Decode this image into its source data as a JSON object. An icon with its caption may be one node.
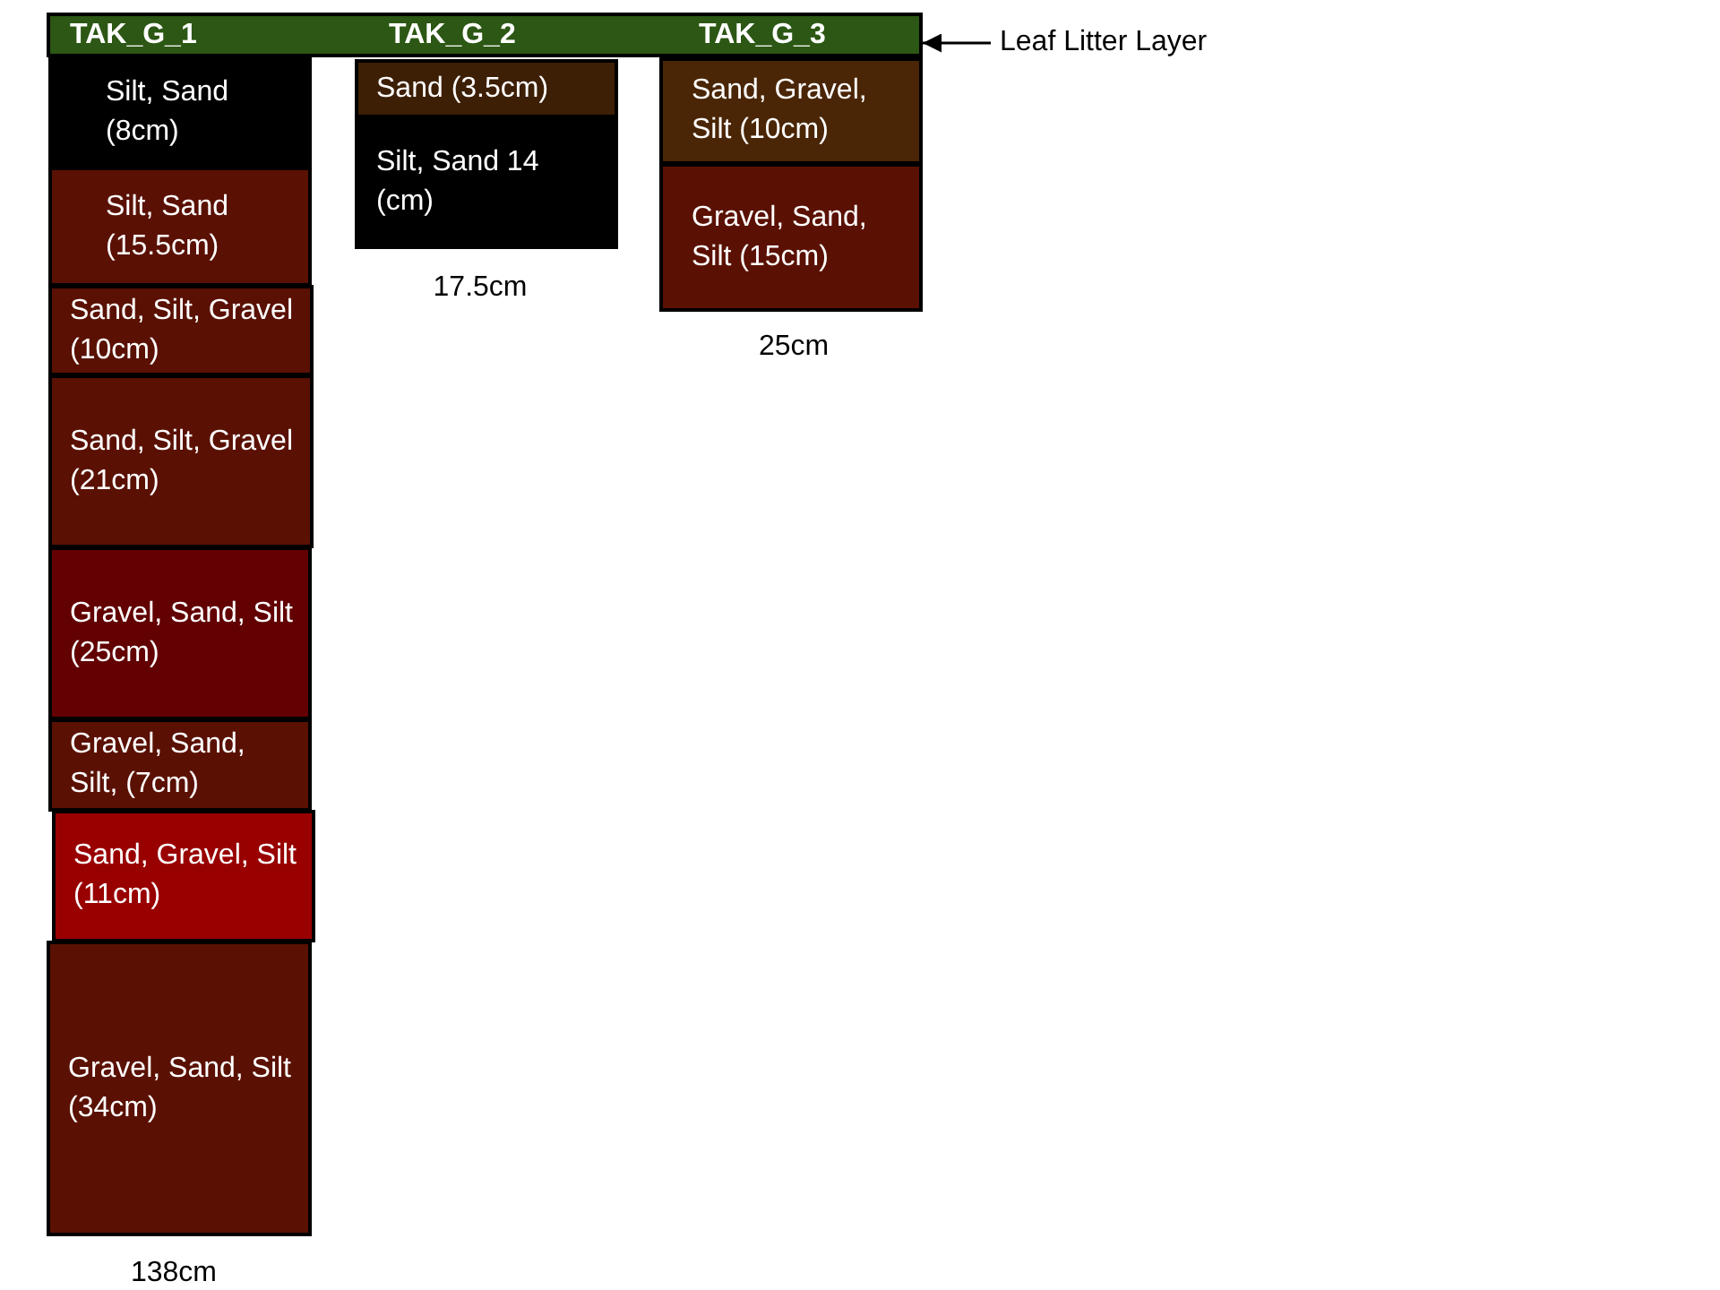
{
  "diagram": {
    "nodes": [
      {
        "text": [
          "TAK_G_1",
          "TAK_G_2",
          "TAK_G_3"
        ]
      },
      {
        "text": [
          "Leaf Litter Layer"
        ]
      },
      {
        "text": [
          "Silt, Sand (8cm)"
        ]
      },
      {
        "text": [
          "Silt, Sand (15.5cm)"
        ]
      },
      {
        "text": [
          "Sand, Silt, Gravel (10cm)"
        ]
      },
      {
        "text": [
          "Sand, Silt, Gravel (21cm)"
        ]
      },
      {
        "text": [
          "Gravel, Sand, Silt (25cm)"
        ]
      },
      {
        "text": [
          "Gravel, Sand, Silt, (7cm)"
        ]
      },
      {
        "text": [
          "Sand, Gravel, Silt (11cm)"
        ]
      },
      {
        "text": [
          "Gravel, Sand, Silt (34cm)"
        ]
      },
      {
        "text": [
          "Sand (3.5cm)"
        ]
      },
      {
        "text": [
          "Silt, Sand 14 (cm)"
        ]
      },
      {
        "text": [
          "Sand, Gravel, Silt (10cm)"
        ]
      },
      {
        "text": [
          "Gravel, Sand, Silt (15cm)"
        ]
      }
    ],
    "edges": [
      {
        "from": 1,
        "to": 0,
        "arrow": "to"
      }
    ],
    "labels": [
      "17.5cm",
      "25cm",
      "138cm"
    ]
  }
}
